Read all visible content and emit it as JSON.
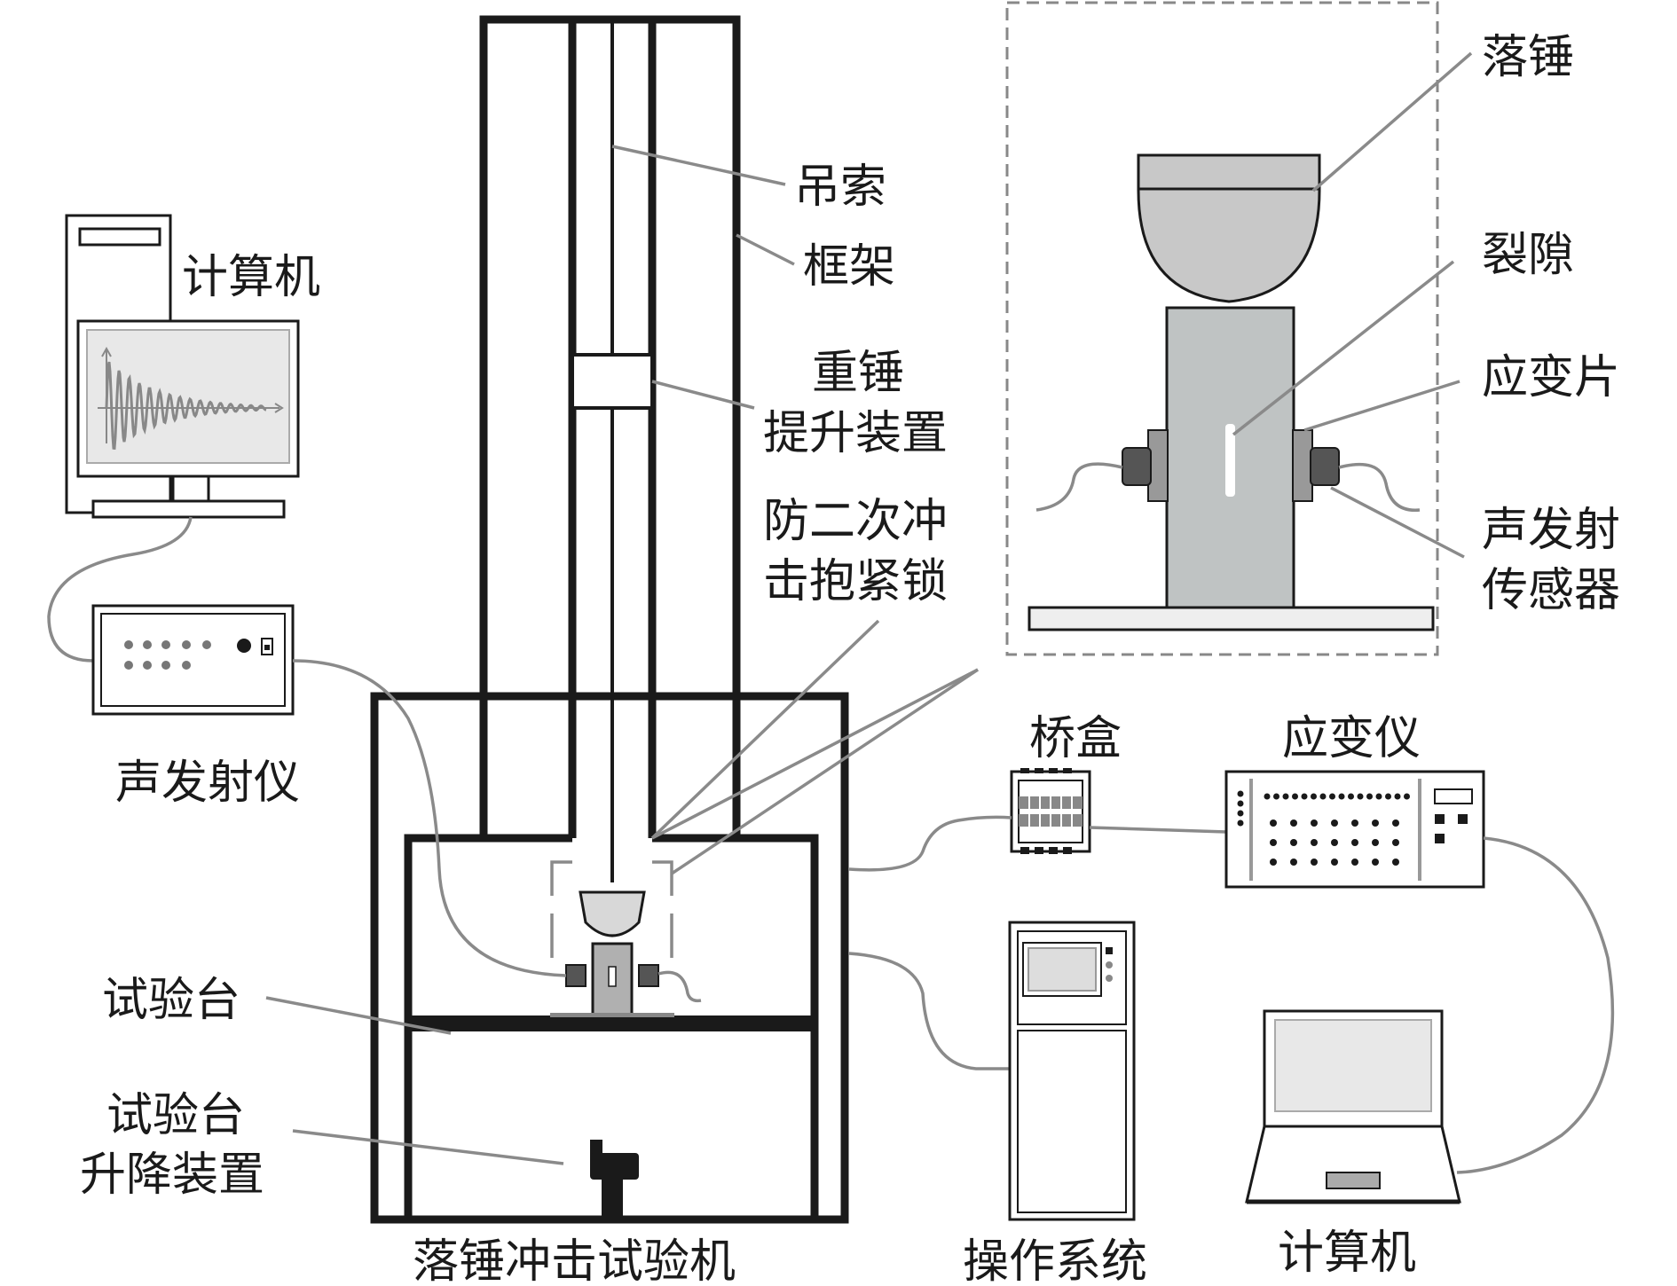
{
  "labels": {
    "hammer": "落锤",
    "crack": "裂隙",
    "strain_gauge": "应变片",
    "ae_sensor_l1": "声发射",
    "ae_sensor_l2": "传感器",
    "cable": "吊索",
    "frame": "框架",
    "lift_l1": "重锤",
    "lift_l2": "提升装置",
    "lock_l1": "防二次冲",
    "lock_l2": "击抱紧锁",
    "computer_top": "计算机",
    "ae_instrument": "声发射仪",
    "test_table": "试验台",
    "table_lift_l1": "试验台",
    "table_lift_l2": "升降装置",
    "machine": "落锤冲击试验机",
    "bridge_box": "桥盒",
    "strain_meter": "应变仪",
    "control_system": "操作系统",
    "computer_bottom": "计算机"
  },
  "colors": {
    "line": "#1a1a1a",
    "leader": "#8a8a8a",
    "specimen": "#bfc3c3",
    "hammer_fill": "#c8c8c8",
    "sensor": "#555555",
    "screen": "#e8e8e8"
  }
}
